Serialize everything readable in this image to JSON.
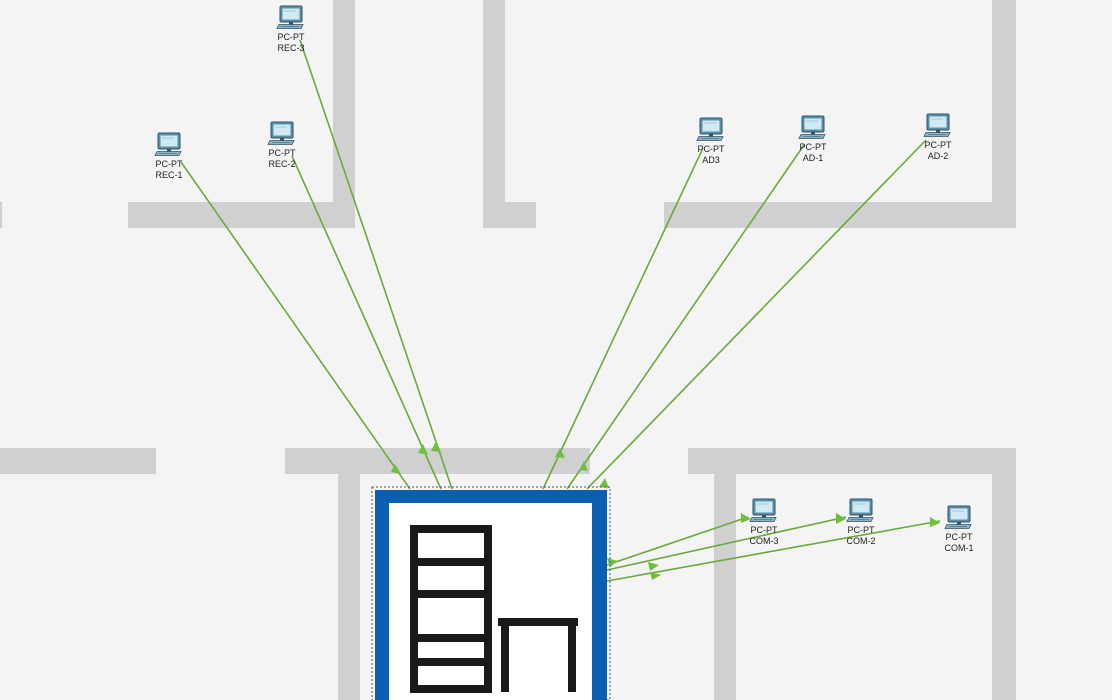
{
  "workspace": {
    "view": "logical-topology",
    "background_color": "#f4f4f4",
    "wall_color": "#d0d0d0",
    "cable_color": "#6aaa3a",
    "link_light_color": "#6fbf3f"
  },
  "devices": [
    {
      "name": "pc-rec-3",
      "model": "PC-PT",
      "hostname": "REC-3",
      "icon": "desktop-pc-icon"
    },
    {
      "name": "pc-rec-1",
      "model": "PC-PT",
      "hostname": "REC-1",
      "icon": "desktop-pc-icon"
    },
    {
      "name": "pc-rec-2",
      "model": "PC-PT",
      "hostname": "REC-2",
      "icon": "desktop-pc-icon"
    },
    {
      "name": "pc-ad-3",
      "model": "PC-PT",
      "hostname": "AD3",
      "icon": "desktop-pc-icon"
    },
    {
      "name": "pc-ad-1",
      "model": "PC-PT",
      "hostname": "AD-1",
      "icon": "desktop-pc-icon"
    },
    {
      "name": "pc-ad-2",
      "model": "PC-PT",
      "hostname": "AD-2",
      "icon": "desktop-pc-icon"
    },
    {
      "name": "pc-com-3",
      "model": "PC-PT",
      "hostname": "COM-3",
      "icon": "desktop-pc-icon"
    },
    {
      "name": "pc-com-2",
      "model": "PC-PT",
      "hostname": "COM-2",
      "icon": "desktop-pc-icon"
    },
    {
      "name": "pc-com-1",
      "model": "PC-PT",
      "hostname": "COM-1",
      "icon": "desktop-pc-icon"
    }
  ],
  "central_device": {
    "icon": "server-rack-icon",
    "border_color": "#0a5fb0"
  }
}
